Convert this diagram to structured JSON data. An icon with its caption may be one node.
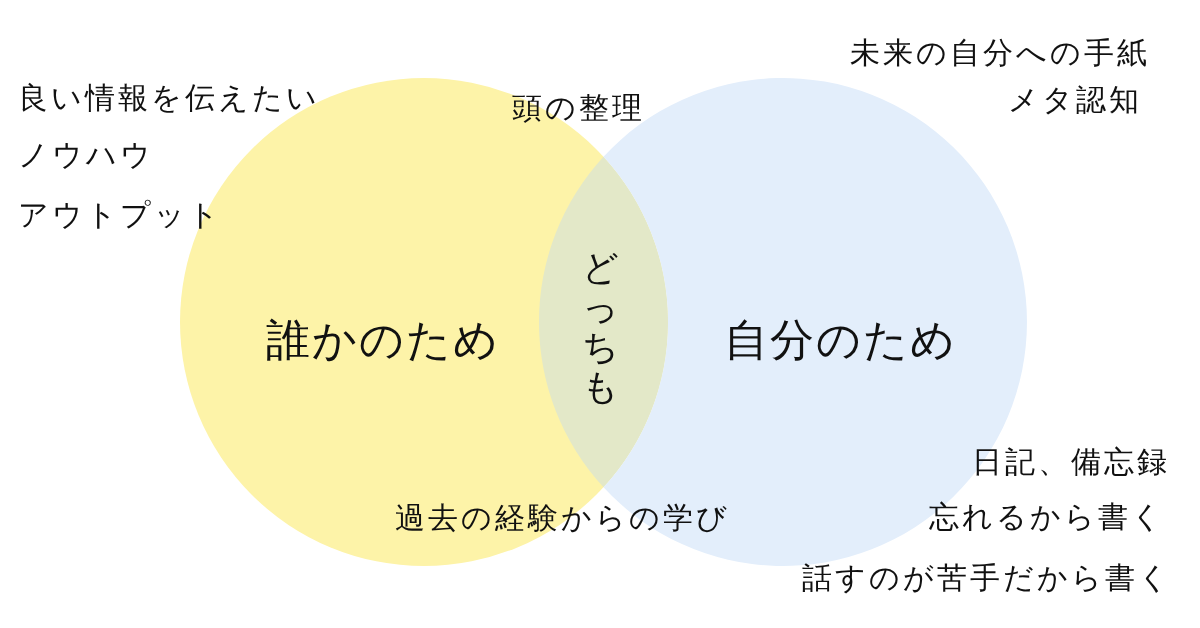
{
  "diagram": {
    "nodes": [
      {
        "text": [
          "誰かのため"
        ]
      },
      {
        "text": [
          "自分のため"
        ]
      }
    ],
    "labels": [
      "未来の自分への手紙",
      "良い情報を伝えたい",
      "頭の整理",
      "メタ認知",
      "ノウハウ",
      "アウトプット",
      "どっちも",
      "日記、備忘録",
      "過去の経験からの学び",
      "忘れるから書く",
      "話すのが苦手だから書く"
    ]
  }
}
